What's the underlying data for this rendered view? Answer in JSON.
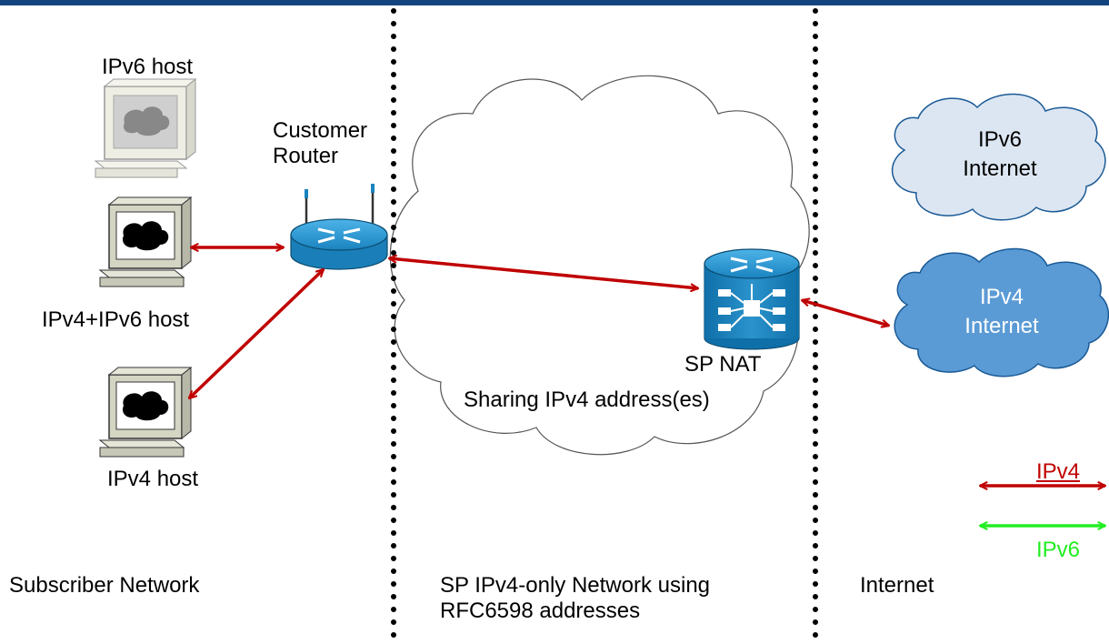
{
  "labels": {
    "ipv6_host": "IPv6 host",
    "dual_host": "IPv4+IPv6 host",
    "ipv4_host": "IPv4 host",
    "customer_router": [
      "Customer",
      "Router"
    ],
    "sp_nat": "SP NAT",
    "sharing": "Sharing IPv4 address(es)",
    "ipv6_internet": [
      "IPv6",
      "Internet"
    ],
    "ipv4_internet": [
      "IPv4",
      "Internet"
    ],
    "legend_ipv4": "IPv4",
    "legend_ipv6": "IPv6",
    "zone_subscriber": "Subscriber Network",
    "zone_sp": [
      "SP IPv4-only Network using",
      "RFC6598 addresses"
    ],
    "zone_internet": "Internet"
  },
  "colors": {
    "ipv4": "#c00000",
    "ipv6": "#22ee22",
    "header": "#14447d",
    "router": "#1a83bf",
    "ipv6_cloud": "#dce6f2",
    "ipv4_cloud": "#5b9bd5"
  }
}
